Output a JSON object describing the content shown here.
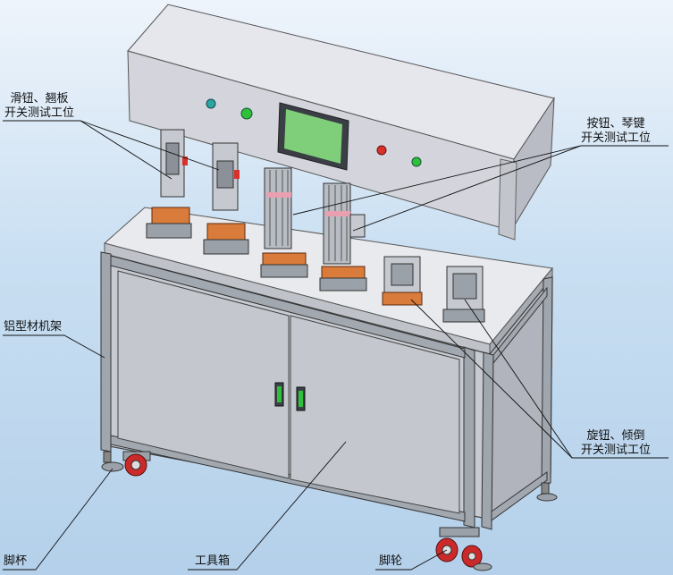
{
  "labels": {
    "slide_switch": [
      "滑钮、翘板",
      "开关测试工位"
    ],
    "button_switch": [
      "按钮、琴键",
      "开关测试工位"
    ],
    "rotary_switch": [
      "旋钮、倾倒",
      "开关测试工位"
    ],
    "aluminum_frame": "铝型材机架",
    "foot_cup": "脚杯",
    "tool_box": "工具箱",
    "caster": "脚轮"
  },
  "colors": {
    "panel": "#d4d5dc",
    "panel_dark": "#b9bbc5",
    "frame": "#9fa6ae",
    "screen": "#7fcf7a",
    "green_light": "#2fbf3a",
    "red_light": "#d8312b",
    "fixture_orange": "#d97b3a",
    "wheel_red": "#cc2a2a"
  }
}
